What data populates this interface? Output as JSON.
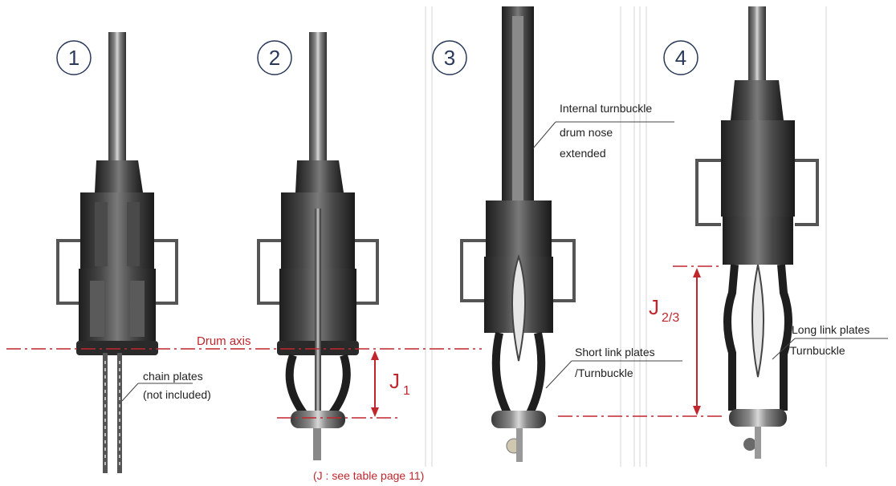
{
  "steps": [
    "1",
    "2",
    "3",
    "4"
  ],
  "labels": {
    "drum_axis": "Drum axis",
    "chain_plates_1": "chain plates",
    "chain_plates_2": "(not included)",
    "internal_1": "Internal turnbuckle",
    "internal_2": "drum nose",
    "internal_3": "extended",
    "short_1": "Short link plates",
    "short_2": "/Turnbuckle",
    "long_1": "Long link plates",
    "long_2": "/Turnbuckle",
    "j1": "J",
    "j1_sub": "1",
    "j23": "J",
    "j23_sub": "2/3",
    "note": "(J : see table page 11)"
  },
  "colors": {
    "accent": "#c0272d",
    "circle": "#2a3a5a",
    "metal_dark": "#2b2b2b",
    "metal_mid": "#6b6b6b",
    "metal_light": "#bdbdbd"
  }
}
